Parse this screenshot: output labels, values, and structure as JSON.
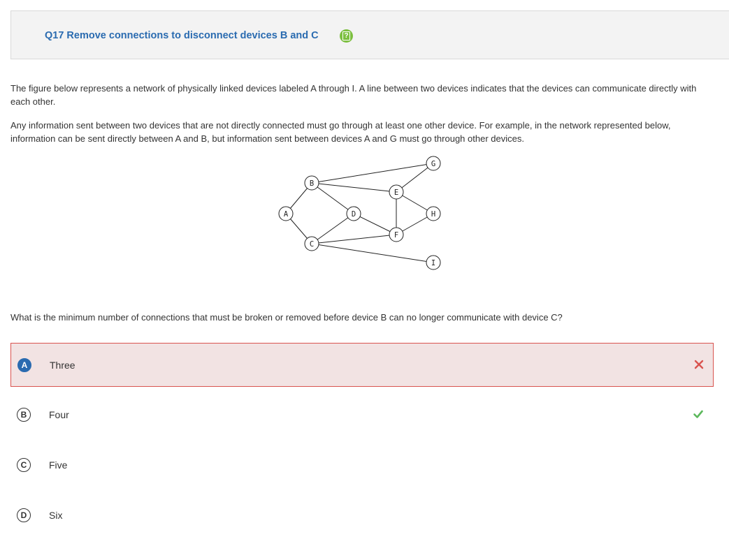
{
  "question": {
    "title": "Q17 Remove connections to disconnect devices B and C",
    "help_icon": "help-icon",
    "paragraph_1": "The figure below represents a network of physically linked devices labeled A through I. A line between two devices indicates that the devices can communicate directly with each other.",
    "paragraph_2": "Any information sent between two devices that are not directly connected must go through at least one other device. For example, in the network represented below, information can be sent directly between A and B, but information sent between devices A and G must go through other devices.",
    "prompt": "What is the minimum number of connections that must be broken or removed before device B can no longer communicate with device C?"
  },
  "network": {
    "nodes": [
      "A",
      "B",
      "C",
      "D",
      "E",
      "F",
      "G",
      "H",
      "I"
    ],
    "edges": [
      [
        "A",
        "B"
      ],
      [
        "A",
        "C"
      ],
      [
        "B",
        "D"
      ],
      [
        "B",
        "E"
      ],
      [
        "B",
        "G"
      ],
      [
        "C",
        "D"
      ],
      [
        "C",
        "F"
      ],
      [
        "C",
        "I"
      ],
      [
        "D",
        "F"
      ],
      [
        "E",
        "F"
      ],
      [
        "E",
        "G"
      ],
      [
        "E",
        "H"
      ],
      [
        "F",
        "H"
      ]
    ]
  },
  "options": [
    {
      "letter": "A",
      "label": "Three",
      "state": "selected-incorrect",
      "mark": "x-icon"
    },
    {
      "letter": "B",
      "label": "Four",
      "state": "correct-answer",
      "mark": "check-icon"
    },
    {
      "letter": "C",
      "label": "Five",
      "state": "none"
    },
    {
      "letter": "D",
      "label": "Six",
      "state": "none"
    }
  ],
  "colors": {
    "title": "#2a6bb0",
    "help_icon": "#7cbf3f",
    "wrong_border": "#d9534f",
    "wrong_bg": "#f2e3e3",
    "x_mark": "#d9534f",
    "check_mark": "#5cb85c",
    "selected_badge": "#2a6bb0"
  }
}
